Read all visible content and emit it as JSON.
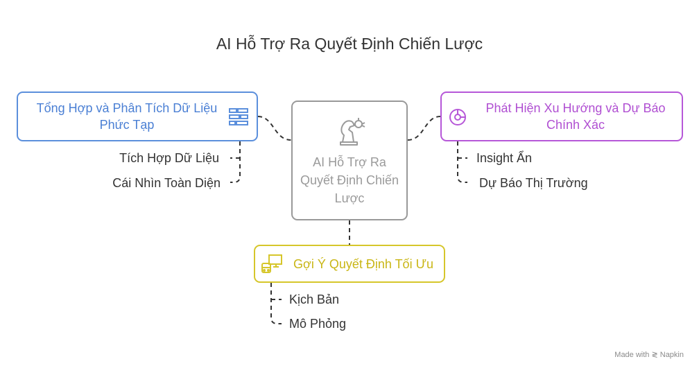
{
  "title": "AI Hỗ Trợ Ra Quyết Định Chiến Lược",
  "center": {
    "label": "AI Hỗ Trợ Ra Quyết Định Chiến Lược",
    "icon": "chess-knight-robot-icon"
  },
  "nodes": {
    "left": {
      "label": "Tổng Hợp và Phân Tích Dữ Liệu Phức Tạp",
      "color": "#5b8fdc",
      "icon": "stacked-bars-icon",
      "children": [
        "Tích Hợp Dữ Liệu",
        "Cái Nhìn Toàn Diện"
      ]
    },
    "right": {
      "label": "Phát Hiện Xu Hướng và Dự Báo Chính Xác",
      "color": "#b657d8",
      "icon": "pie-chart-icon",
      "children": [
        "Insight Ẩn",
        "Dự Báo Thị Trường"
      ]
    },
    "bottom": {
      "label": "Gợi Ý Quyết Định Tối Ưu",
      "color": "#d6c62a",
      "icon": "monitor-bus-icon",
      "children": [
        "Kịch Bản",
        "Mô Phỏng"
      ]
    }
  },
  "credit": "Made with ≷ Napkin"
}
